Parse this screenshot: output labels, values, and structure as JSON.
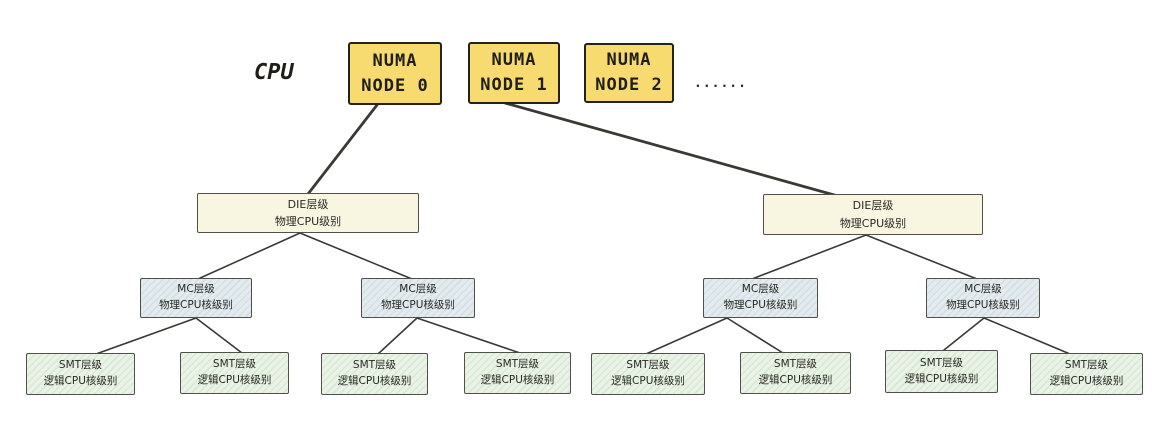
{
  "labels": {
    "cpu": "CPU",
    "ellipsis": "......",
    "numa": [
      {
        "line1": "NUMA",
        "line2": "NODE 0"
      },
      {
        "line1": "NUMA",
        "line2": "NODE 1"
      },
      {
        "line1": "NUMA",
        "line2": "NODE 2"
      }
    ],
    "die": {
      "line1": "DIE层级",
      "line2": "物理CPU级别"
    },
    "mc": {
      "line1": "MC层级",
      "line2": "物理CPU核级别"
    },
    "smt": {
      "line1": "SMT层级",
      "line2": "逻辑CPU核级别"
    }
  },
  "colors": {
    "numa_fill": "#f7db70",
    "die_fill": "#f8f5e1",
    "mc_fill": "#e3ebee",
    "smt_fill": "#e9f3e6",
    "line": "#3a3a35"
  }
}
